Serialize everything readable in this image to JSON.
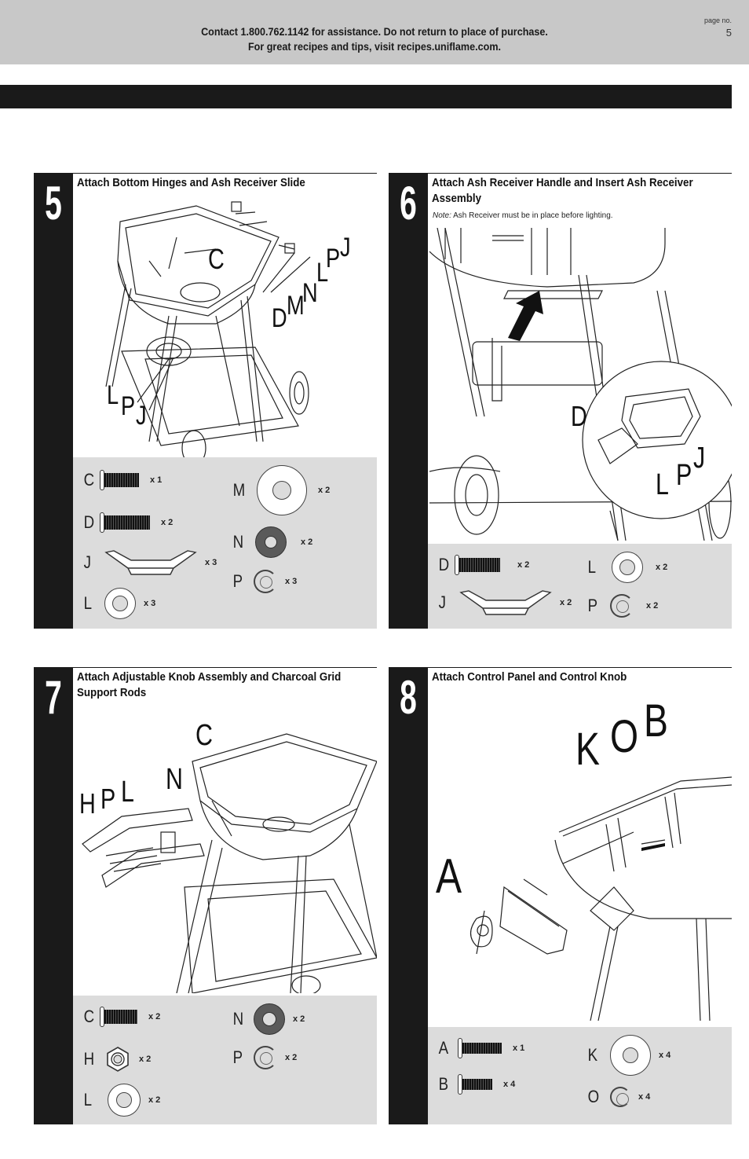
{
  "header": {
    "contact_line1": "Contact 1.800.762.1142 for assistance. Do not return to place of purchase.",
    "contact_line2": "For great recipes and tips, visit recipes.uniflame.com.",
    "page_label": "page no.",
    "page_number": "5"
  },
  "steps": [
    {
      "number": "5",
      "title": "Attach Bottom Hinges and Ash Receiver Slide",
      "callouts": [
        "C",
        "D",
        "M",
        "N",
        "L",
        "P",
        "J",
        "L",
        "P",
        "J"
      ],
      "parts": [
        {
          "letter": "C",
          "qty": "x 1",
          "icon": "bolt-icon"
        },
        {
          "letter": "D",
          "qty": "x 2",
          "icon": "bolt-icon"
        },
        {
          "letter": "J",
          "qty": "x 3",
          "icon": "bracket-clip-icon"
        },
        {
          "letter": "L",
          "qty": "x 3",
          "icon": "flat-washer-icon"
        },
        {
          "letter": "M",
          "qty": "x 2",
          "icon": "large-washer-icon"
        },
        {
          "letter": "N",
          "qty": "x 2",
          "icon": "rubber-washer-icon"
        },
        {
          "letter": "P",
          "qty": "x 3",
          "icon": "lock-washer-icon"
        }
      ]
    },
    {
      "number": "6",
      "title_line1": "Attach Ash Receiver Handle and Insert Ash Receiver",
      "title_line2": "Assembly",
      "note_label": "Note:",
      "note_text": "Ash Receiver must be in place before lighting.",
      "callouts": [
        "D",
        "L",
        "P",
        "J"
      ],
      "parts": [
        {
          "letter": "D",
          "qty": "x 2",
          "icon": "bolt-icon"
        },
        {
          "letter": "J",
          "qty": "x 2",
          "icon": "bracket-clip-icon"
        },
        {
          "letter": "L",
          "qty": "x 2",
          "icon": "flat-washer-icon"
        },
        {
          "letter": "P",
          "qty": "x 2",
          "icon": "lock-washer-icon"
        }
      ]
    },
    {
      "number": "7",
      "title_line1": "Attach Adjustable Knob Assembly and Charcoal Grid",
      "title_line2": "Support Rods",
      "callouts": [
        "C",
        "N",
        "H",
        "P",
        "L"
      ],
      "parts": [
        {
          "letter": "C",
          "qty": "x 2",
          "icon": "bolt-icon"
        },
        {
          "letter": "H",
          "qty": "x 2",
          "icon": "hex-nut-icon"
        },
        {
          "letter": "L",
          "qty": "x 2",
          "icon": "flat-washer-icon"
        },
        {
          "letter": "N",
          "qty": "x 2",
          "icon": "rubber-washer-icon"
        },
        {
          "letter": "P",
          "qty": "x 2",
          "icon": "lock-washer-icon"
        }
      ]
    },
    {
      "number": "8",
      "title": "Attach Control Panel and Control Knob",
      "callouts": [
        "K",
        "O",
        "B",
        "A"
      ],
      "parts": [
        {
          "letter": "A",
          "qty": "x 1",
          "icon": "bolt-icon"
        },
        {
          "letter": "B",
          "qty": "x 4",
          "icon": "bolt-icon"
        },
        {
          "letter": "K",
          "qty": "x 4",
          "icon": "flat-washer-icon"
        },
        {
          "letter": "O",
          "qty": "x 4",
          "icon": "lock-washer-icon"
        }
      ]
    }
  ]
}
